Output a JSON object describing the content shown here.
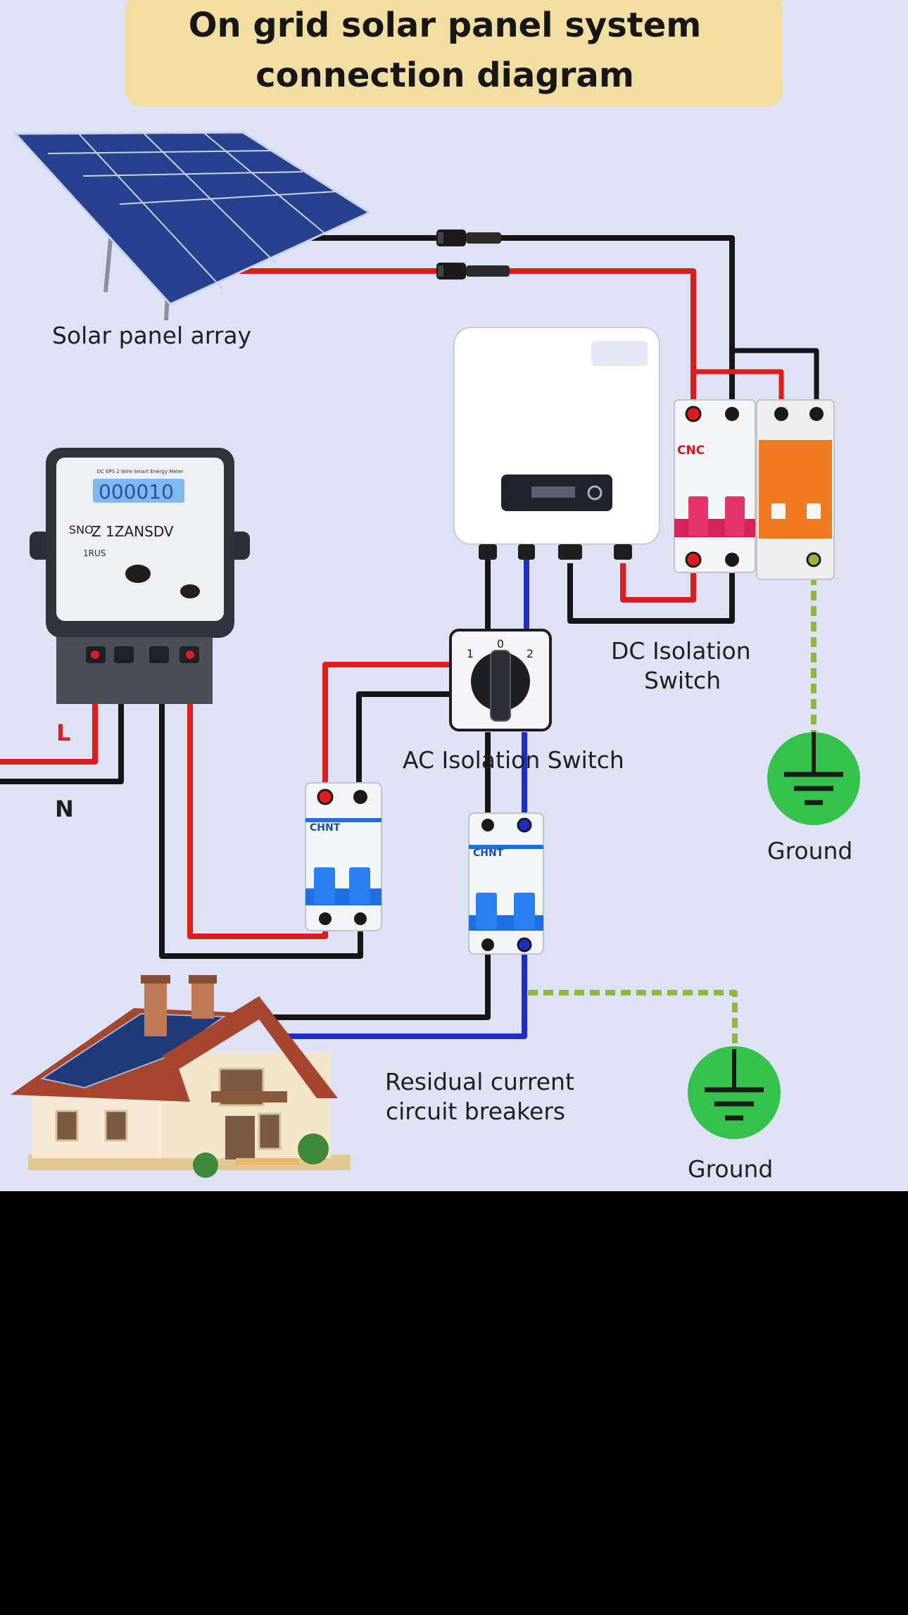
{
  "title": {
    "line1": "On grid solar panel system",
    "line2": "connection diagram"
  },
  "labels": {
    "solar_array": "Solar panel array",
    "dc_isolation_line1": "DC Isolation",
    "dc_isolation_line2": "Switch",
    "ac_isolation": "AC Isolation Switch",
    "ground_top": "Ground",
    "ground_bottom": "Ground",
    "rcb_line1": "Residual current",
    "rcb_line2": "circuit breakers",
    "line_L": "L",
    "line_N": "N"
  },
  "meter": {
    "display": "000010",
    "header": "DC EPS 2 Wire Smart Energy Meter",
    "model": "Z 1ZANSDV",
    "line_a": "SNO.",
    "line_b": "1RUS"
  },
  "rotary_switch": {
    "pos_1": "1",
    "pos_0": "0",
    "pos_2": "2"
  },
  "dc_breaker": {
    "brand": "CNC"
  },
  "rcb_left": {
    "brand": "CHNT"
  },
  "rcb_right": {
    "brand": "CHNT"
  },
  "colors": {
    "title_bg": "#f2deA0",
    "background": "#dde3f5",
    "wire_live": "#e01b1b",
    "wire_neutral": "#151515",
    "wire_blue": "#1c2ec4",
    "wire_earth": "#8fb83a",
    "ground_symbol": "#35c24c",
    "breaker_blue": "#1e6fe0",
    "breaker_red": "#d4245a",
    "surge_orange": "#ef7a22"
  }
}
